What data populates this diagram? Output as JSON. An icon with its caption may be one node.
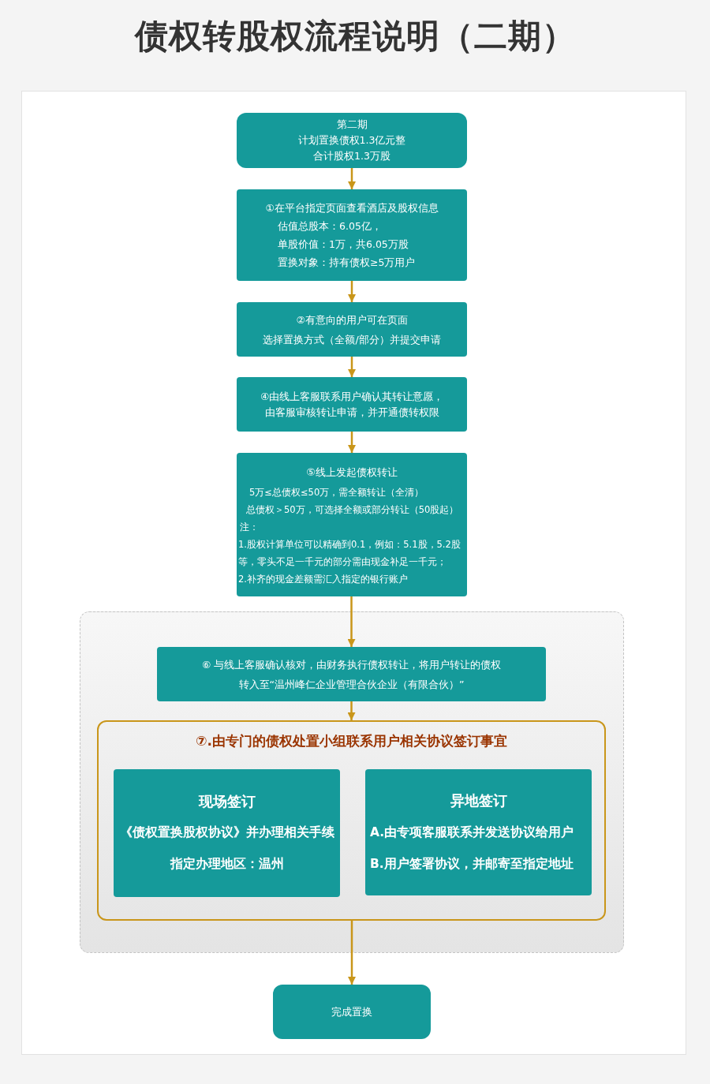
{
  "diagram": {
    "title": "债权转股权流程说明（二期）",
    "nodes": [
      {
        "text": [
          "第二期",
          "计划置换债权1.3亿元整",
          "合计股权1.3万股"
        ]
      },
      {
        "text": [
          "①在平台指定页面查看酒店及股权信息",
          "估值总股本：6.05亿，",
          "单股价值：1万，共6.05万股",
          "置换对象：持有债权≥5万用户"
        ]
      },
      {
        "text": [
          "②有意向的用户可在页面",
          "选择置换方式（全额/部分）并提交申请"
        ]
      },
      {
        "text": [
          "④由线上客服联系用户确认其转让意愿，",
          "由客服审核转让申请，并开通债转权限"
        ]
      },
      {
        "text": [
          "⑤线上发起债权转让",
          "5万≤总债权≤50万，需全额转让（全清）",
          "总债权＞50万，可选择全额或部分转让（50股起）",
          "注：",
          "1.股权计算单位可以精确到0.1，例如：5.1股，5.2股等，零头不足一千元的部分需由现金补足一千元；",
          "2.补齐的现金差额需汇入指定的银行账户"
        ]
      },
      {
        "text": [],
        "shape": "box"
      },
      {
        "text": [
          "⑥ 与线上客服确认核对，由财务执行债权转让，将用户转让的债权",
          "转入至“温州峰仁企业管理合伙企业（有限合伙）”"
        ],
        "in": 5
      },
      {
        "text": [
          "⑦.由专门的债权处置小组联系用户相关协议签订事宜"
        ],
        "in": 5
      },
      {
        "text": [
          "现场签订",
          "《债权置换股权协议》并办理相关手续",
          "指定办理地区：温州"
        ],
        "in": 7
      },
      {
        "text": [
          "异地签订",
          "A.由专项客服联系并发送协议给用户",
          "B.用户签署协议，并邮寄至指定地址"
        ],
        "in": 7
      },
      {
        "text": [
          "完成置换"
        ]
      }
    ],
    "edges": [
      {
        "from": 0,
        "to": 1,
        "arrow": "to"
      },
      {
        "from": 1,
        "to": 2,
        "arrow": "to"
      },
      {
        "from": 2,
        "to": 3,
        "arrow": "to"
      },
      {
        "from": 3,
        "to": 4,
        "arrow": "to"
      },
      {
        "from": 4,
        "to": 6,
        "arrow": "to"
      },
      {
        "from": 6,
        "to": 7,
        "arrow": "to"
      },
      {
        "from": 7,
        "to": 10,
        "arrow": "to"
      }
    ]
  }
}
